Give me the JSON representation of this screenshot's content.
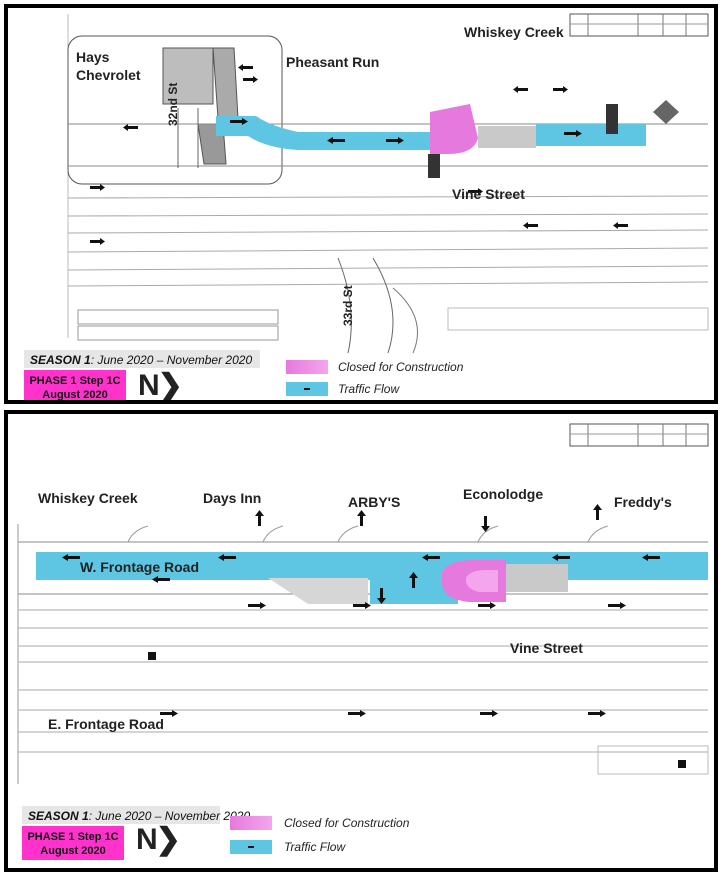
{
  "panels": [
    {
      "labels": {
        "hays": "Hays\nChevrolet",
        "pheasant": "Pheasant Run",
        "whiskey": "Whiskey Creek",
        "vine": "Vine Street",
        "st32": "32nd St",
        "st33": "33rd St"
      },
      "legend": {
        "season_bold": "SEASON 1",
        "season_rest": ": June 2020 – November 2020",
        "phase_line1": "PHASE 1 Step 1C",
        "phase_line2": "August 2020",
        "north": "N",
        "closed_label": "Closed for Construction",
        "flow_label": "Traffic Flow"
      }
    },
    {
      "labels": {
        "whiskey": "Whiskey Creek",
        "daysinn": "Days Inn",
        "arbys": "ARBY'S",
        "econolodge": "Econolodge",
        "freddys": "Freddy's",
        "wfrontage": "W. Frontage Road",
        "vine": "Vine Street",
        "efrontage": "E. Frontage Road"
      },
      "legend": {
        "season_bold": "SEASON 1",
        "season_rest": ": June 2020 – November 2020",
        "phase_line1": "PHASE 1 Step 1C",
        "phase_line2": "August 2020",
        "north": "N",
        "closed_label": "Closed for Construction",
        "flow_label": "Traffic Flow"
      }
    }
  ],
  "colors": {
    "flow": "#5ec6e3",
    "closed": "#e679dd",
    "phase_badge": "#ff33cc",
    "season_bar": "#e6e6e6"
  }
}
